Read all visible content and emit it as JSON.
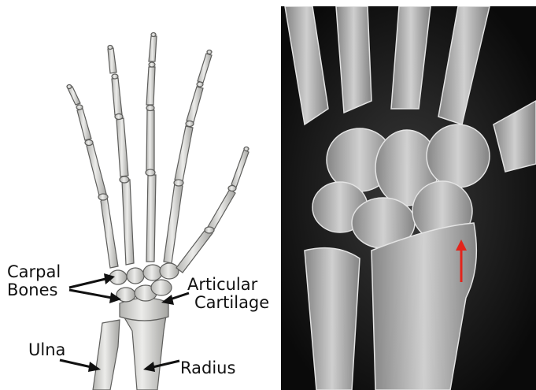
{
  "labels": {
    "carpal_bones": [
      "Carpal",
      "Bones"
    ],
    "articular_cartilage": [
      "Articular",
      "Cartilage"
    ],
    "ulna": "Ulna",
    "radius": "Radius"
  },
  "colors": {
    "bone_fill": "#d8d8d6",
    "bone_shade": "#a9a9a6",
    "bone_outline": "#5e5e5c",
    "label_text": "#111111",
    "arrow_line": "#111111",
    "xray_background": "#0e0e0e",
    "xray_bone": "#d9d9d9",
    "fracture_arrow": "#e3241b"
  },
  "icons": {
    "xray_marker": "red-arrow-icon"
  }
}
